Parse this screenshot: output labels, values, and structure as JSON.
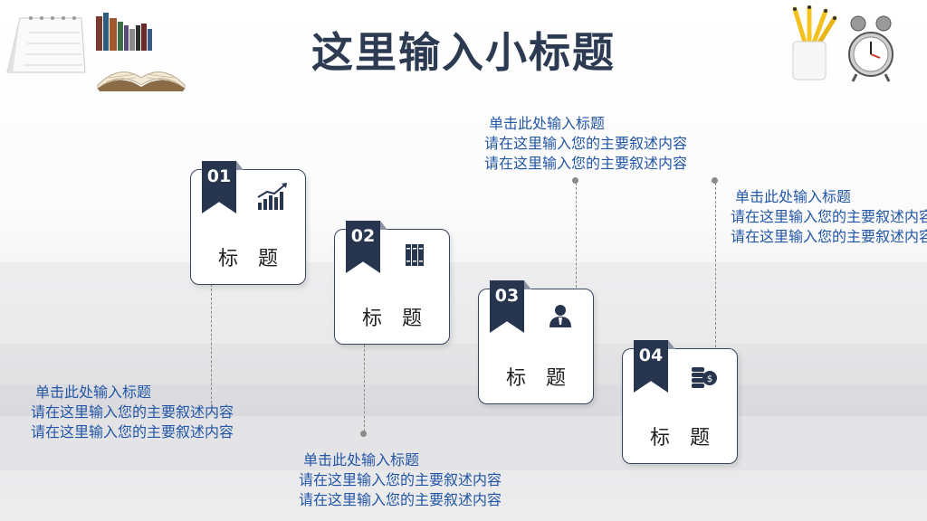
{
  "slide": {
    "title": "这里输入小标题"
  },
  "cards": [
    {
      "number": "01",
      "label": "标题",
      "icon": "growth-chart-icon"
    },
    {
      "number": "02",
      "label": "标题",
      "icon": "books-icon"
    },
    {
      "number": "03",
      "label": "标题",
      "icon": "person-icon"
    },
    {
      "number": "04",
      "label": "标题",
      "icon": "coins-icon"
    }
  ],
  "notes": [
    {
      "heading": "单击此处输入标题",
      "line1": "请在这里输入您的主要叙述内容",
      "line2": "请在这里输入您的主要叙述内容"
    },
    {
      "heading": "单击此处输入标题",
      "line1": "请在这里输入您的主要叙述内容",
      "line2": "请在这里输入您的主要叙述内容"
    },
    {
      "heading": "单击此处输入标题",
      "line1": "请在这里输入您的主要叙述内容",
      "line2": "请在这里输入您的主要叙述内容"
    },
    {
      "heading": "单击此处输入标题",
      "line1": "请在这里输入您的主要叙述内容",
      "line2": "请在这里输入您的主要叙述内容"
    }
  ],
  "colors": {
    "navy": "#27354f",
    "note_text": "#2256a6",
    "title": "#2c3a52"
  },
  "decorations": [
    "desk-calendar-icon",
    "bookshelf-icon",
    "open-book-icon",
    "pencil-cup-icon",
    "alarm-clock-icon"
  ]
}
